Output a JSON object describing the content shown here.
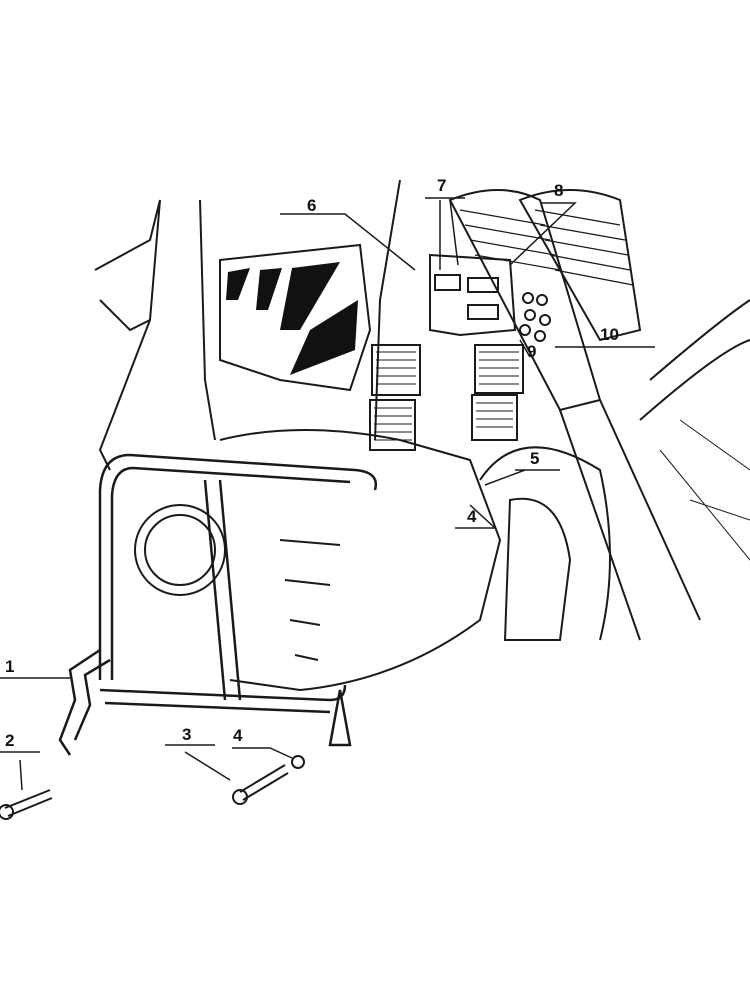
{
  "diagram": {
    "type": "exploded-assembly",
    "callouts": [
      {
        "id": "c1",
        "text": "1"
      },
      {
        "id": "c2",
        "text": "2"
      },
      {
        "id": "c3",
        "text": "3"
      },
      {
        "id": "c4a",
        "text": "4"
      },
      {
        "id": "c4b",
        "text": "4"
      },
      {
        "id": "c5",
        "text": "5"
      },
      {
        "id": "c6",
        "text": "6"
      },
      {
        "id": "c7",
        "text": "7"
      },
      {
        "id": "c8",
        "text": "8"
      },
      {
        "id": "c9",
        "text": "9"
      },
      {
        "id": "c10",
        "text": "10"
      }
    ],
    "line_color": "#1a1a1a"
  }
}
